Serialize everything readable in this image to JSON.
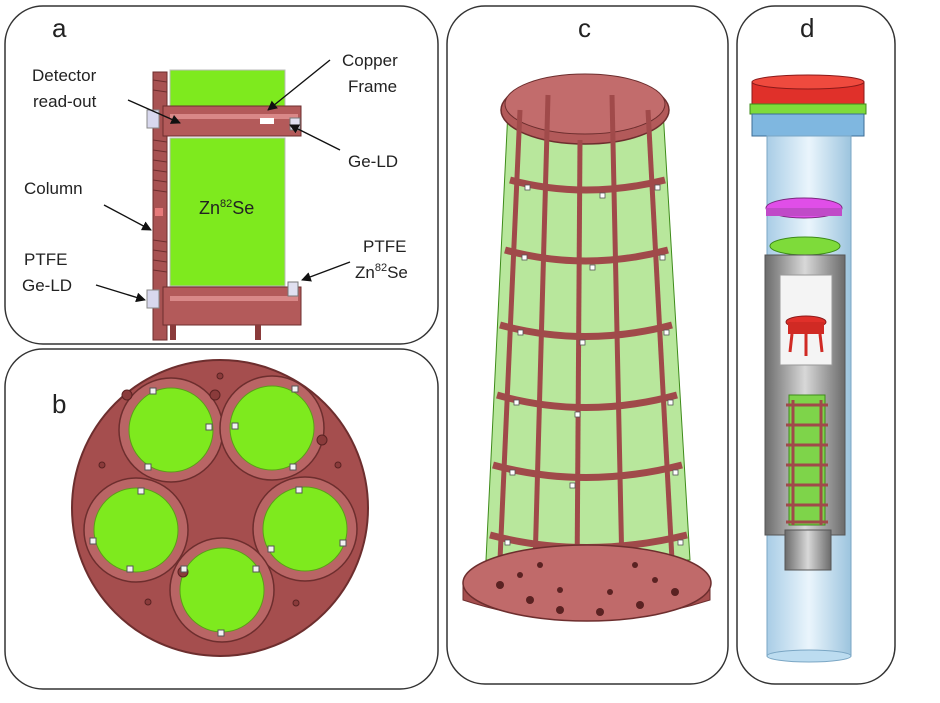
{
  "panels": {
    "a": {
      "letter": "a",
      "labels": {
        "copper_frame_1": "Copper",
        "copper_frame_2": "Frame",
        "detector_readout_1": "Detector",
        "detector_readout_2": "read-out",
        "ge_ld": "Ge-LD",
        "column": "Column",
        "crystal": "Zn",
        "crystal_sup": "82",
        "crystal_suffix": "Se",
        "ptfe_right_1": "PTFE",
        "ptfe_right_2": "Zn",
        "ptfe_right_2_sup": "82",
        "ptfe_right_2_suffix": "Se",
        "ptfe_left_1": "PTFE",
        "ptfe_left_2": "Ge-LD"
      }
    },
    "b": {
      "letter": "b"
    },
    "c": {
      "letter": "c"
    },
    "d": {
      "letter": "d"
    }
  },
  "colors": {
    "copper": "#b35a5a",
    "copper_dark": "#8a3b3b",
    "crystal_green": "#7eea1e",
    "crystal_green_dark": "#4fae12",
    "ptfe": "#e8e8e8",
    "cryostat_blue": "#cfe6f5",
    "red_cap": "#e0302a",
    "magenta": "#e04ee8",
    "grey": "#9a9a9a"
  }
}
